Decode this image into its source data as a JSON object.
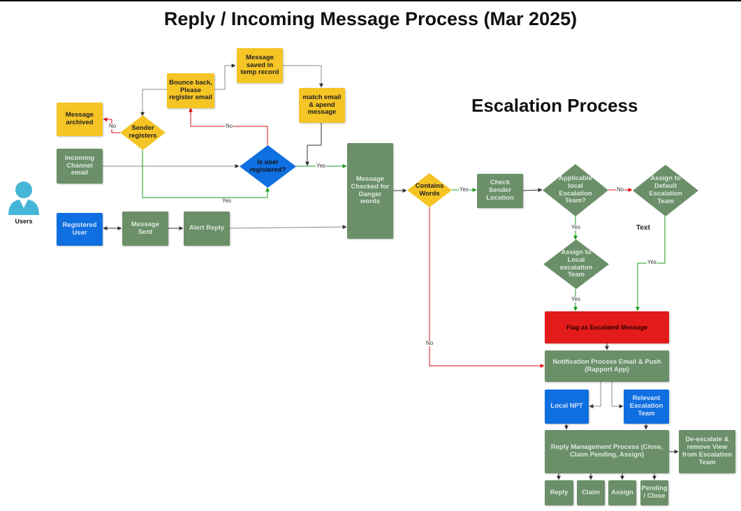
{
  "title": "Reply / Incoming Message Process (Mar 2025)",
  "subtitle": "Escalation Process",
  "colors": {
    "green": "#6b8f69",
    "yellow": "#f5c425",
    "blue": "#0f6fe0",
    "red": "#e31b1b",
    "user_icon": "#45b6d8"
  },
  "icons": {
    "users": "user-icon"
  },
  "users_label": "Users",
  "nodes": {
    "message_archived": "Message archived",
    "bounce_back": "Bounce back, Please register email",
    "saved_temp": "Message saved in temp record",
    "match_email": "match email & apend message",
    "sender_registers": "Sender registers",
    "incoming_channel": "Incoming Channel email",
    "is_user_registered": "Is user registered?",
    "message_checked": "Message Checked for Danger words",
    "contains_words": "Contains Words",
    "check_sender": "Check Sender Location",
    "applicable_local": "Applicable local Escalation Team?",
    "assign_default": "Assign to Default Escalation Team",
    "assign_local": "Assign to Local escalation Team",
    "registered_user": "Registered User",
    "message_sent": "Message Sent",
    "alert_reply": "Alert Reply",
    "flag_escalated": "Flag as Escalated Message",
    "notification": "Notification Process Email & Push (Rapport App)",
    "local_npt": "Local NPT",
    "relevant_team": "Relevant Escalation Team",
    "reply_mgmt": "Reply Management Process (Close, Claim Pending, Assign)",
    "de_escalate": "De-escalate & remove View from Escalation Team",
    "reply": "Reply",
    "claim": "Claim",
    "assign": "Assign",
    "pending_close": "Pending / Close",
    "text_label": "Text"
  },
  "edge_labels": {
    "no_archive": "No",
    "no_registered": "No",
    "yes_registered": "Yes",
    "yes_sender": "Yes",
    "yes_contains": "Yes",
    "no_contains": "No",
    "no_applicable": "No",
    "yes_applicable": "Yes",
    "yes_local": "Yes",
    "yes_default": "Yes"
  }
}
